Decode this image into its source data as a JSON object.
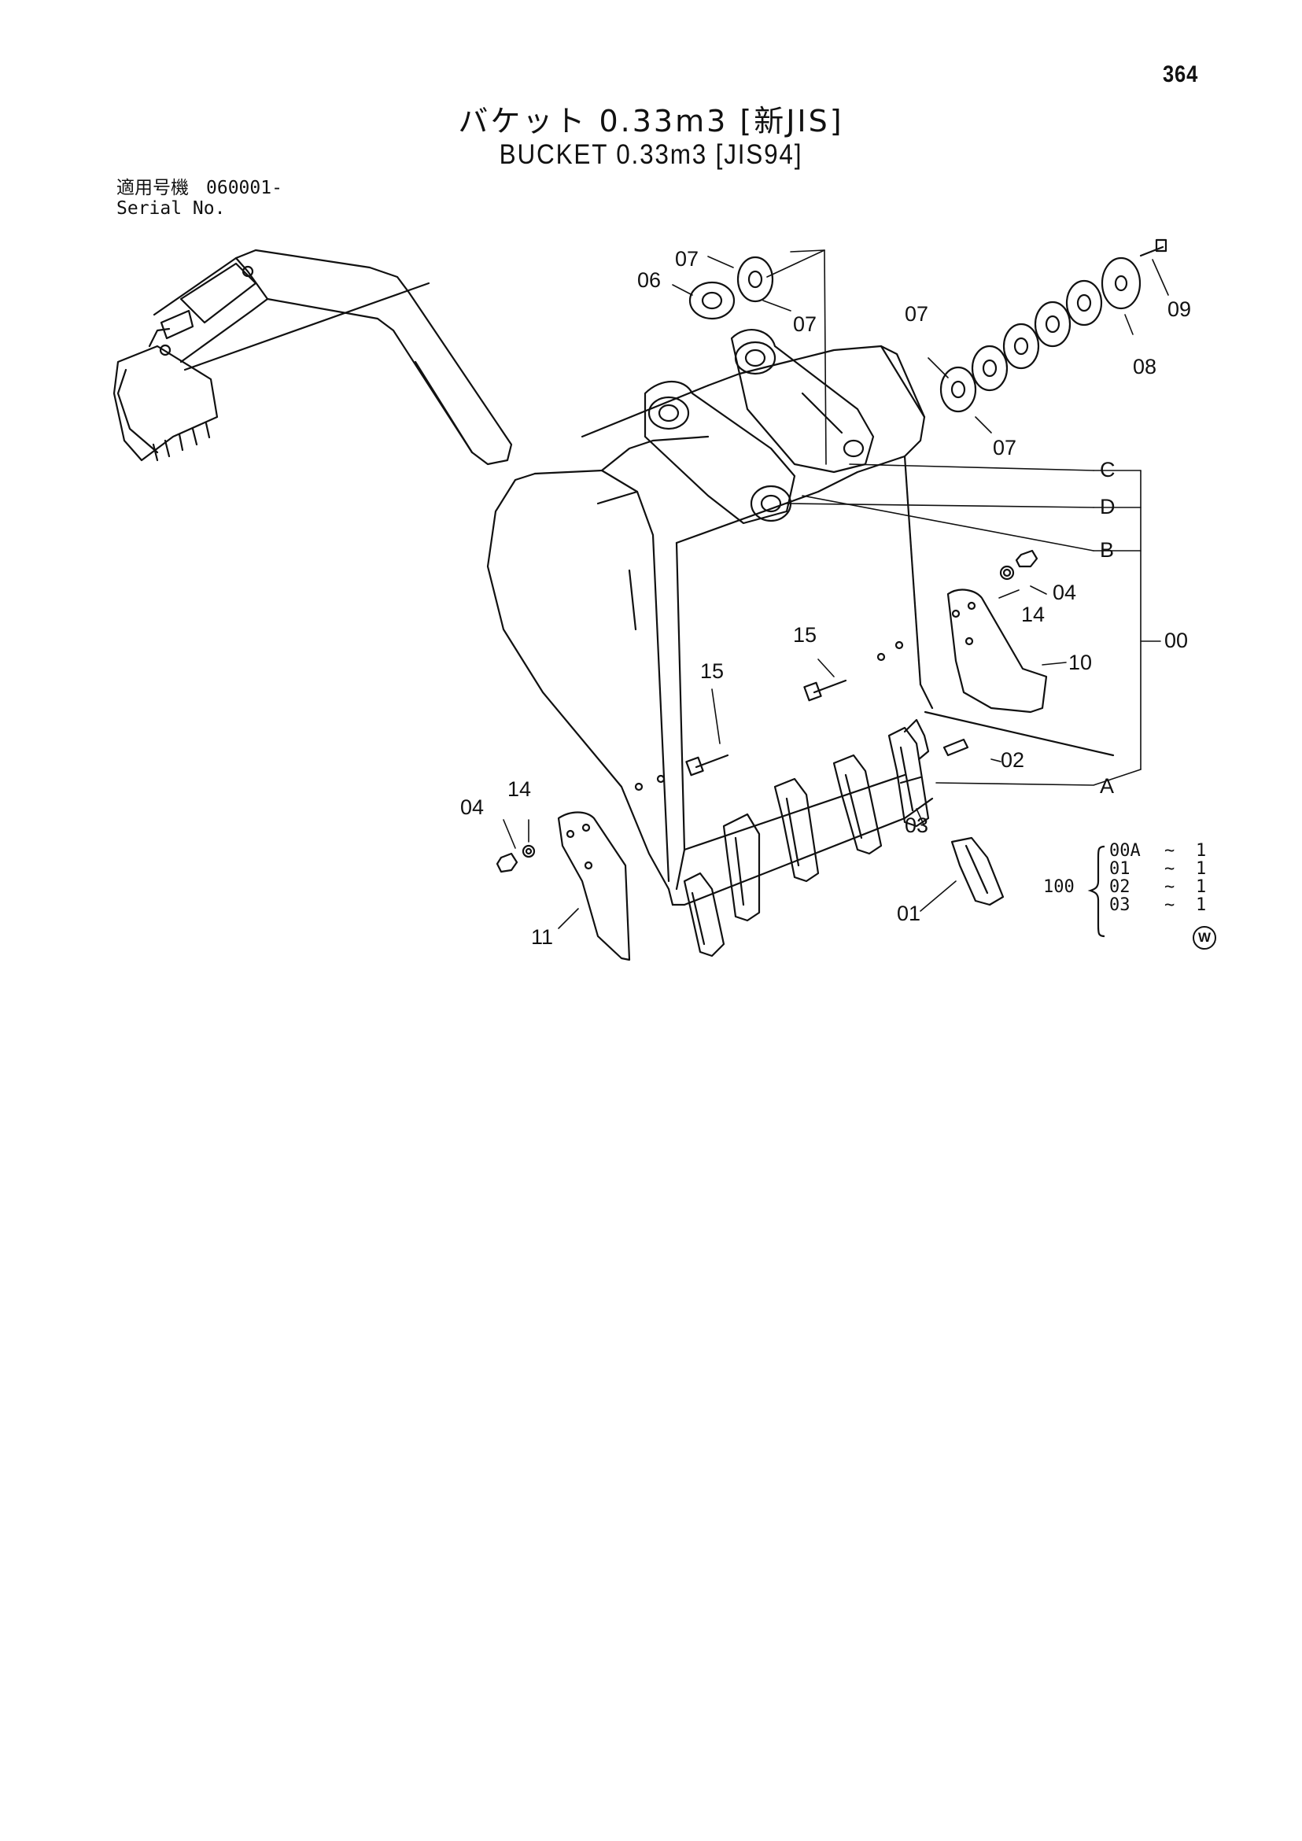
{
  "page": {
    "number": "364",
    "title_ja": "バケット 0.33m3 [新JIS]",
    "title_en": "BUCKET 0.33m3 [JIS94]",
    "serial_label_ja": "適用号機",
    "serial_label_en": "Serial No.",
    "serial_value": "060001-"
  },
  "callouts": {
    "c00": "00",
    "c01": "01",
    "c02": "02",
    "c03": "03",
    "c04a": "04",
    "c04b": "04",
    "c06": "06",
    "c07a": "07",
    "c07b": "07",
    "c07c": "07",
    "c07d": "07",
    "c08": "08",
    "c09": "09",
    "c10": "10",
    "c11": "11",
    "c14a": "14",
    "c14b": "14",
    "c15a": "15",
    "c15b": "15",
    "cA": "A",
    "cB": "B",
    "cC": "C",
    "cD": "D"
  },
  "kit": {
    "label": "100",
    "items": [
      {
        "code": "00A",
        "sep": "~",
        "qty": "1"
      },
      {
        "code": "01",
        "sep": "~",
        "qty": "1"
      },
      {
        "code": "02",
        "sep": "~",
        "qty": "1"
      },
      {
        "code": "03",
        "sep": "~",
        "qty": "1"
      }
    ]
  },
  "marks": {
    "w_mark": "W"
  },
  "icons": {
    "excavator": "excavator-arm-icon",
    "w_mark": "circled-w-icon"
  }
}
